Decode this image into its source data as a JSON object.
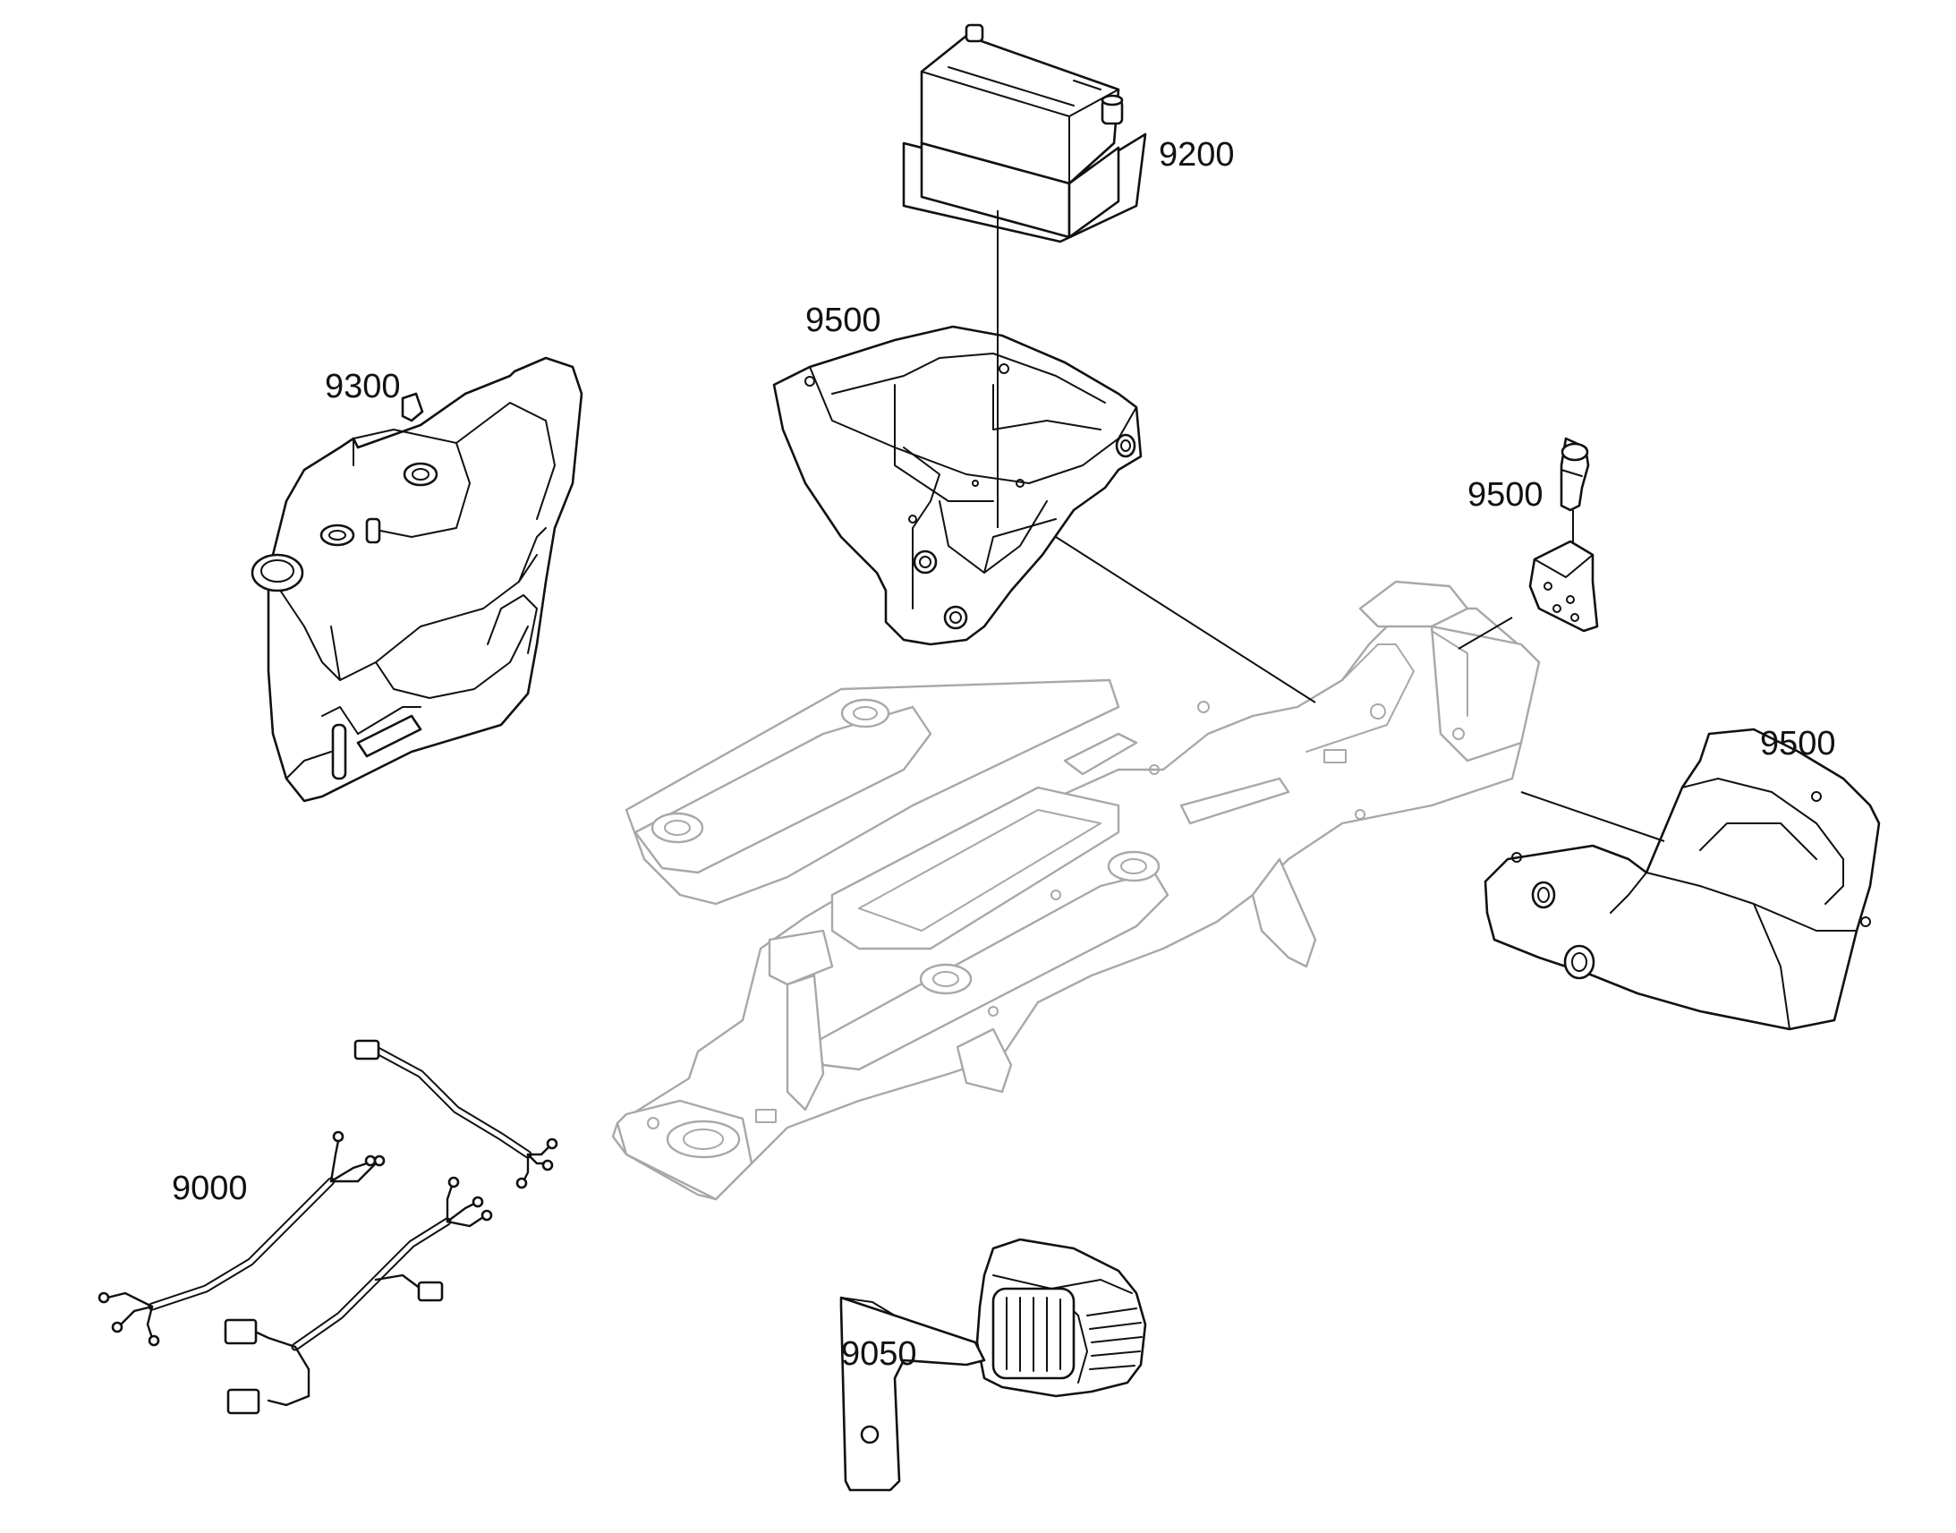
{
  "callouts": {
    "battery": "9200",
    "battery_box": "9500",
    "fuel_tank": "9300",
    "pin_bracket": "9500",
    "rear_cover": "9500",
    "wiring_harness": "9000",
    "work_light": "9050"
  },
  "colors": {
    "line": "#111111",
    "frame_line": "#a8a8a8",
    "background": "#ffffff"
  }
}
